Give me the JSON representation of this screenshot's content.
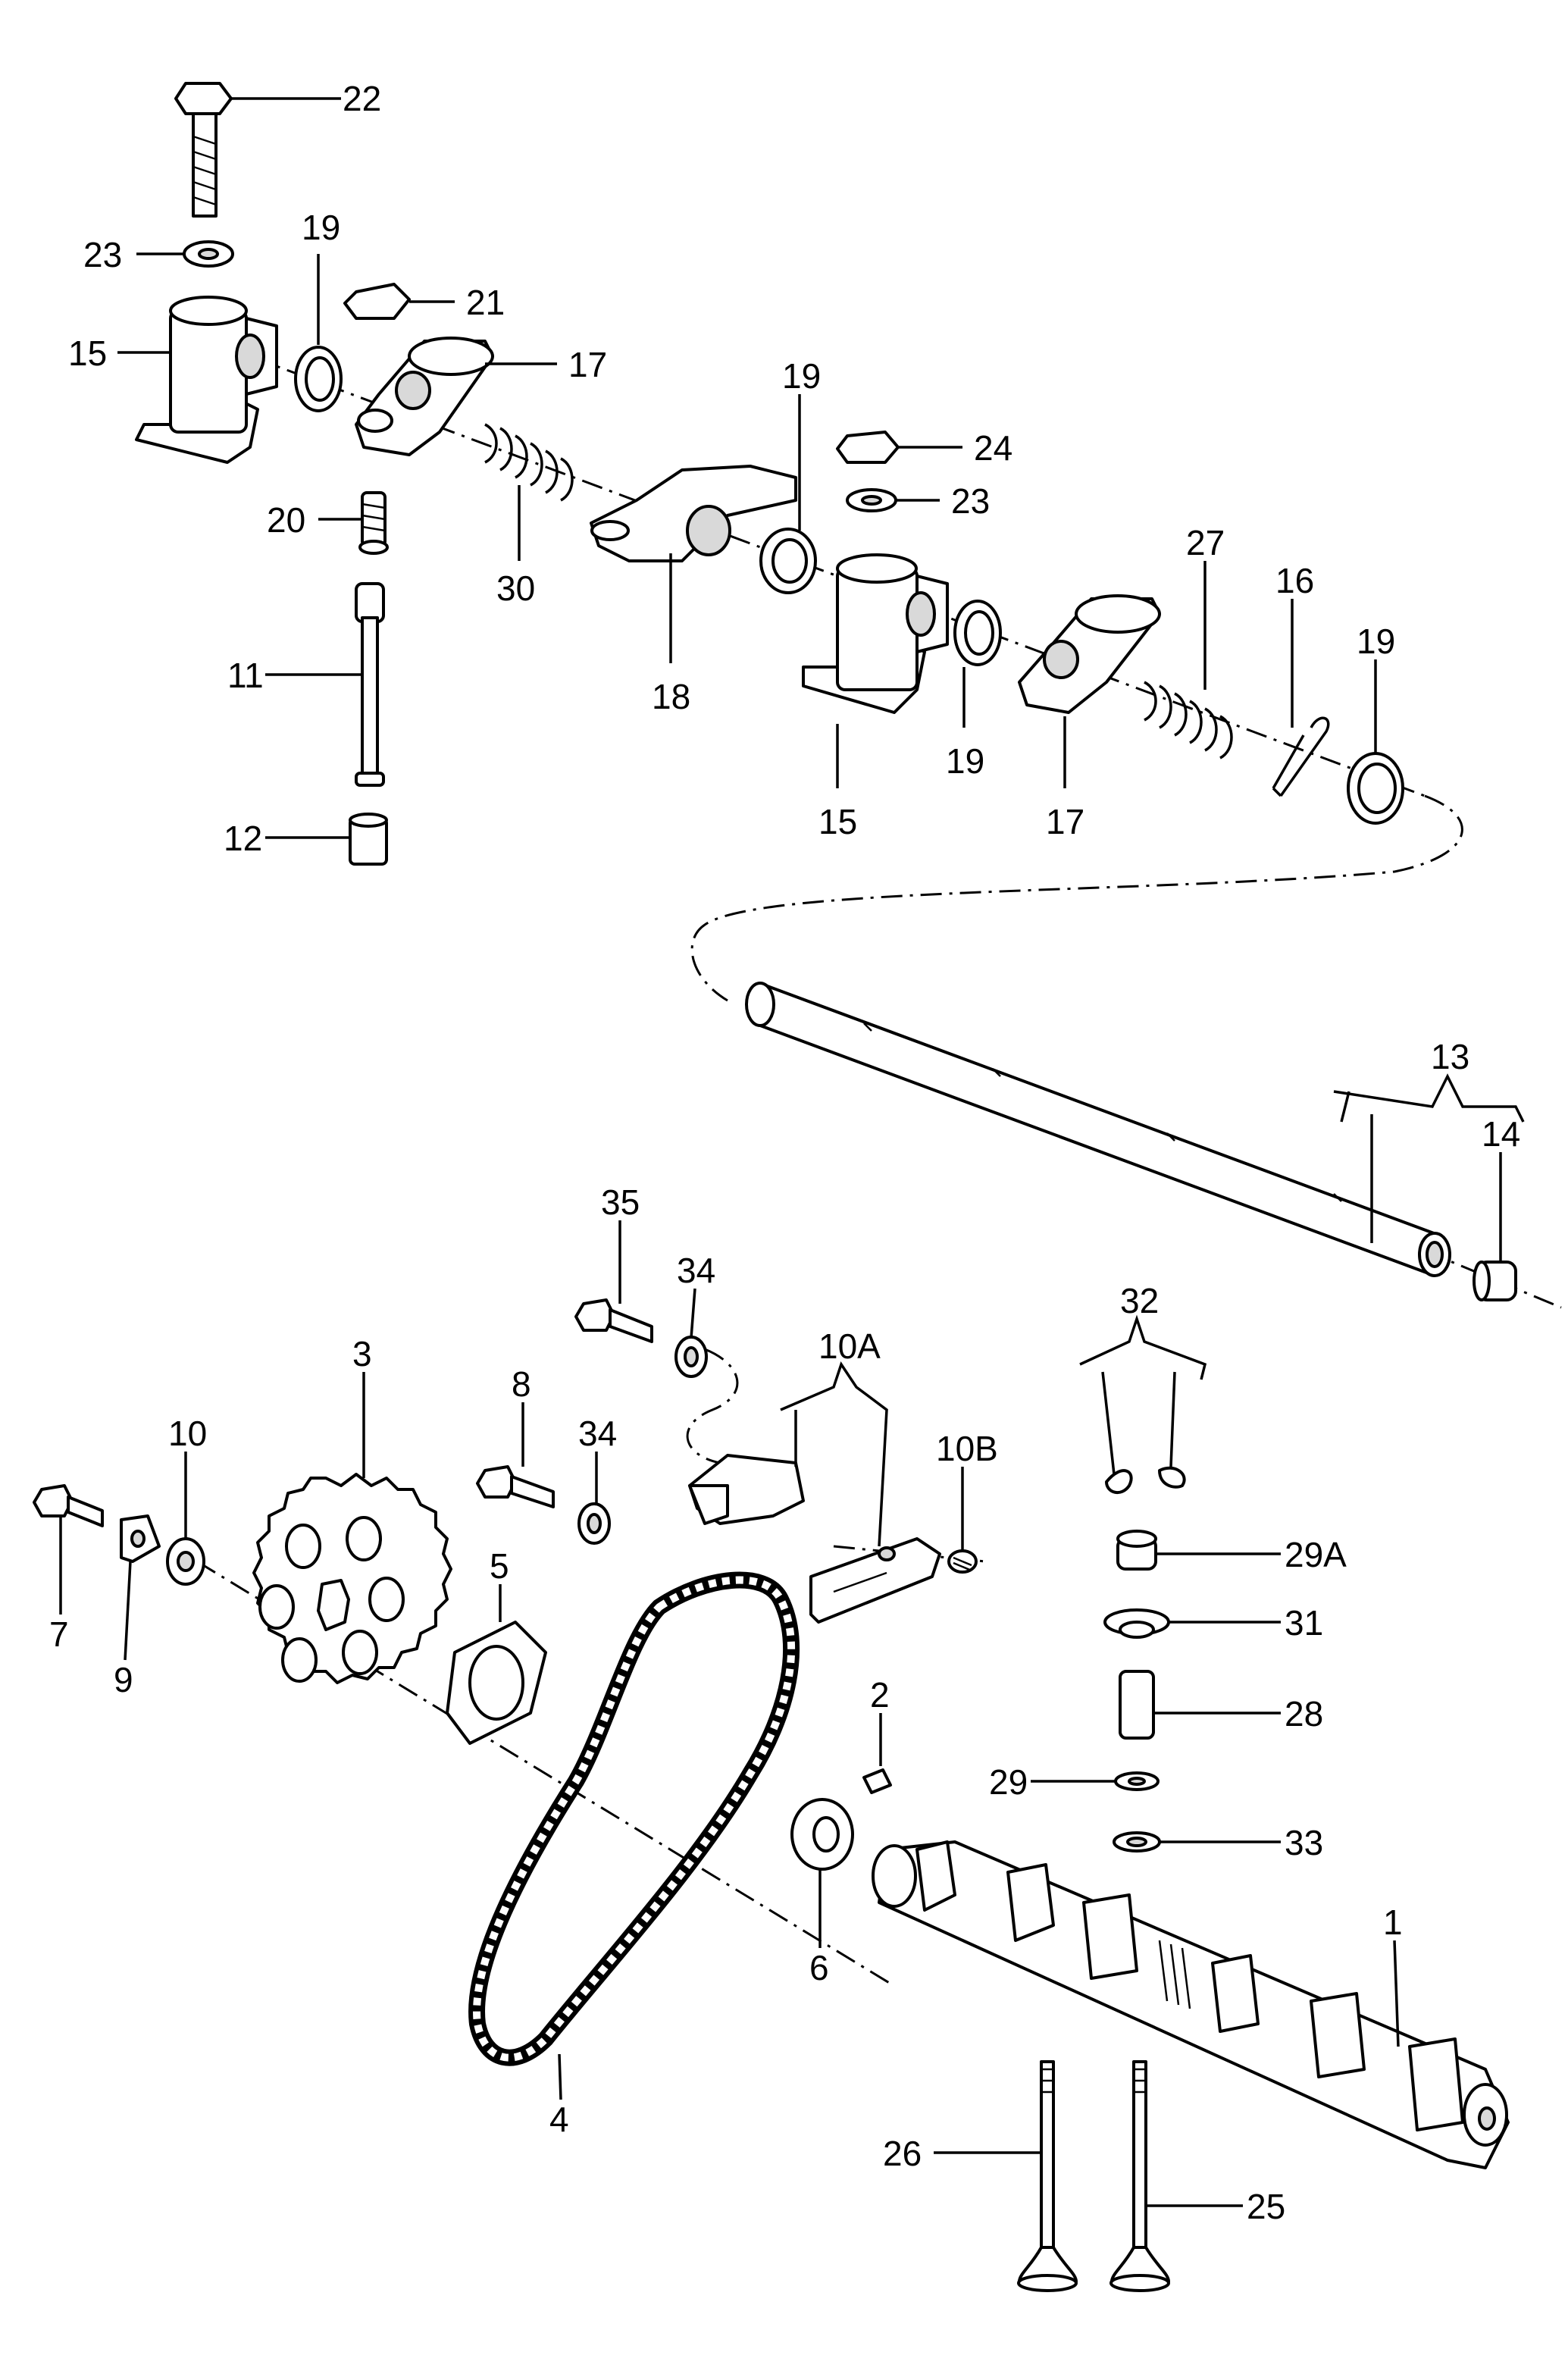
{
  "diagram": {
    "type": "exploded-parts-diagram",
    "callouts": {
      "c22": "22",
      "c23a": "23",
      "c19a": "19",
      "c21": "21",
      "c15a": "15",
      "c17a": "17",
      "c20": "20",
      "c30": "30",
      "c11": "11",
      "c12": "12",
      "c19b": "19",
      "c24": "24",
      "c23b": "23",
      "c18": "18",
      "c27": "27",
      "c16": "16",
      "c19c": "19",
      "c19d": "19",
      "c15b": "15",
      "c17b": "17",
      "c13": "13",
      "c14": "14",
      "c35": "35",
      "c34a": "34",
      "c10a": "10A",
      "c32": "32",
      "c3": "3",
      "c8": "8",
      "c34b": "34",
      "c10b": "10B",
      "c10": "10",
      "c29a": "29A",
      "c5": "5",
      "c7": "7",
      "c9": "9",
      "c31": "31",
      "c28": "28",
      "c2": "2",
      "c29": "29",
      "c33": "33",
      "c6": "6",
      "c1": "1",
      "c4": "4",
      "c26": "26",
      "c25": "25"
    }
  }
}
